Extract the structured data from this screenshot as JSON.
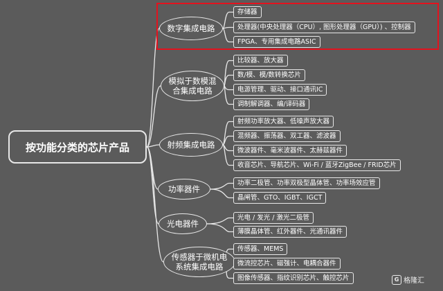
{
  "root": "按功能分类的芯片产品",
  "categories": [
    {
      "label": "数字集成电路",
      "items": [
        "存储器",
        "处理器(中央处理器（CPU）, 图形处理器（GPU）) 、控制器",
        "FPGA、专用集成电路ASIC"
      ]
    },
    {
      "label": "模拟于数模混\n合集成电路",
      "items": [
        "比较器、放大器",
        "数/模、模/数转换芯片",
        "电源管理、驱动、接口通讯IC",
        "调制解调器、编/译码器"
      ]
    },
    {
      "label": "射频集成电路",
      "items": [
        "射频功率放大器、低噪声放大器",
        "混频器、振荡器、双工器、滤波器",
        "微波器件、毫米波器件、太赫兹器件",
        "收音芯片、导航芯片、Wi-Fi / 蓝牙ZigBee / FRID芯片"
      ]
    },
    {
      "label": "功率器件",
      "items": [
        "功率二极管、功率双极型晶体管、功率场效应管",
        "晶闸管、GTO、IGBT、IGCT"
      ]
    },
    {
      "label": "光电器件",
      "items": [
        "光电 / 发光 / 激光二极管",
        "薄膜晶体管、红外器件、光通讯器件"
      ]
    },
    {
      "label": "传感器于微机电\n系统集成电路",
      "items": [
        "传感器、MEMS",
        "微流控芯片、磁强计、电耦合器件",
        "图像传感器、指纹识别芯片、触控芯片"
      ]
    }
  ],
  "watermark": "格隆汇",
  "watermark_mark": "G",
  "colors": {
    "background": "#5b5b5b",
    "line": "#e8e8e8",
    "highlight": "#e4121e",
    "text": "#ffffff"
  }
}
